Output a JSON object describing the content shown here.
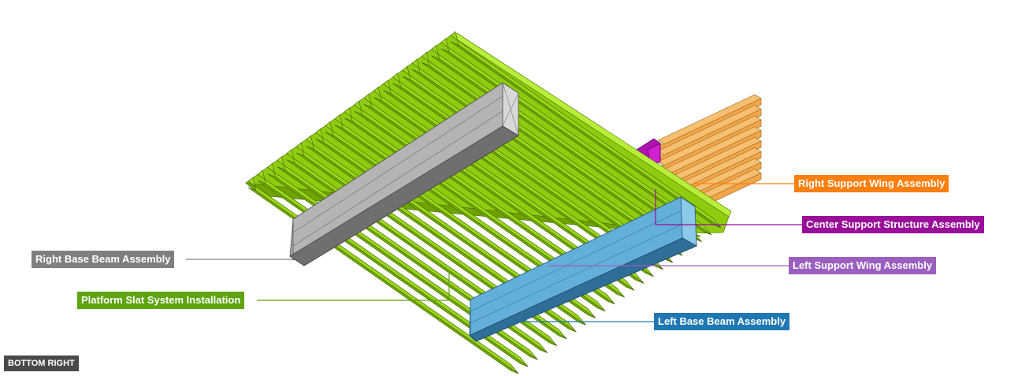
{
  "view_label": "BOTTOM RIGHT",
  "colors": {
    "platform_slats": "#8fcc0f",
    "right_base_beam": "#a8a8a8",
    "left_base_beam": "#5aa8d2",
    "right_support_wing": "#f2a648",
    "center_support": "#aa10aa",
    "left_support_wing_label": "#9b5fc0"
  },
  "callouts": [
    {
      "id": "right-support-wing",
      "text": "Right Support Wing Assembly",
      "color": "#ff7f0e"
    },
    {
      "id": "center-support",
      "text": "Center Support Structure Assembly",
      "color": "#9a0f9a"
    },
    {
      "id": "left-support-wing",
      "text": "Left Support Wing Assembly",
      "color": "#9b5fc0"
    },
    {
      "id": "right-base-beam",
      "text": "Right Base Beam Assembly",
      "color": "#7f7f7f"
    },
    {
      "id": "platform-slat",
      "text": "Platform Slat System Installation",
      "color": "#5fa40f"
    },
    {
      "id": "left-base-beam",
      "text": "Left Base Beam Assembly",
      "color": "#1f77b4"
    }
  ]
}
